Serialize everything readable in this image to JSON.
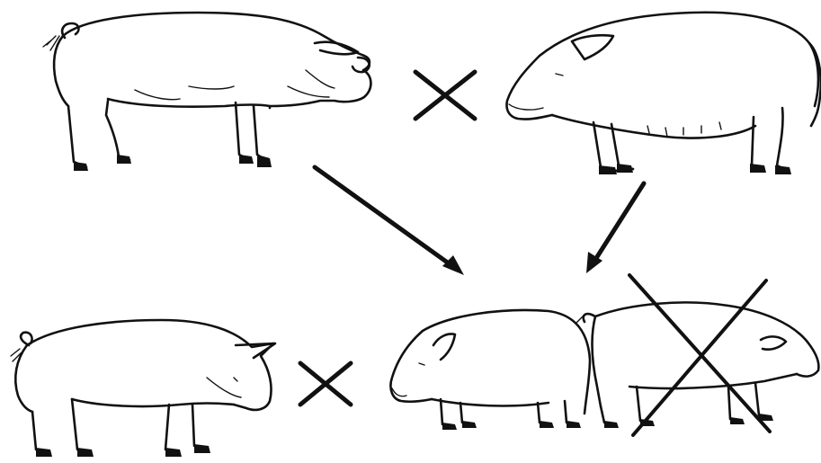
{
  "figure": {
    "description_labels": {
      "top_left": "pig-large-white-boar",
      "top_right": "pig-wild-type-sow",
      "bottom_left": "pig-large-white-boar",
      "bottom_middle": "pig-f1-hybrid",
      "bottom_right": "pig-rejected-offspring"
    },
    "colors": {
      "ink": "#111111",
      "background": "#ffffff"
    }
  }
}
